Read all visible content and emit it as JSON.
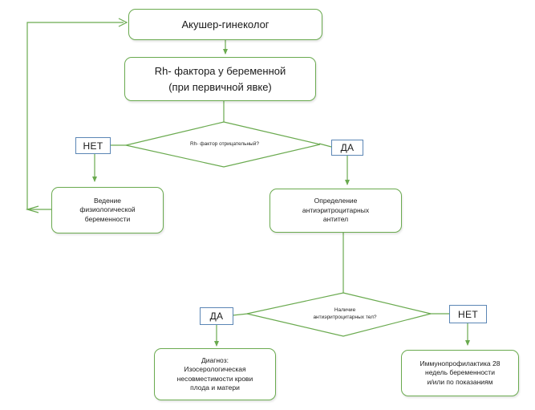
{
  "colors": {
    "flow": "#6aaa4f",
    "tag_border": "#5b86b5",
    "text": "#1a1a1a"
  },
  "nodes": {
    "obgyn": "Акушер-гинеколог",
    "rh_title_1": "Rh- фактора у беременной",
    "rh_title_2": "(при первичной явке)",
    "physiological_1": "Ведение",
    "physiological_2": "физиологической",
    "physiological_3": "беременности",
    "antibodies_1": "Определение",
    "antibodies_2": "антиэритроцитарных",
    "antibodies_3": "антител",
    "diagnosis_1": "Диагноз:",
    "diagnosis_2": "Изосерологическая",
    "diagnosis_3": "несовместимости крови",
    "diagnosis_4": "плода и матери",
    "prophylaxis_1": "Иммунопрофилактика 28",
    "prophylaxis_2": "недель беременности",
    "prophylaxis_3": "и/или по показаниям"
  },
  "decisions": {
    "rh_negative": "Rh- фактор отрицательный?",
    "antibodies_1": "Наличие",
    "antibodies_2": "антиэритроцитарных тел?"
  },
  "tags": {
    "no_top": "НЕТ",
    "yes_top": "ДА",
    "yes_bottom": "ДА",
    "no_bottom": "НЕТ"
  }
}
